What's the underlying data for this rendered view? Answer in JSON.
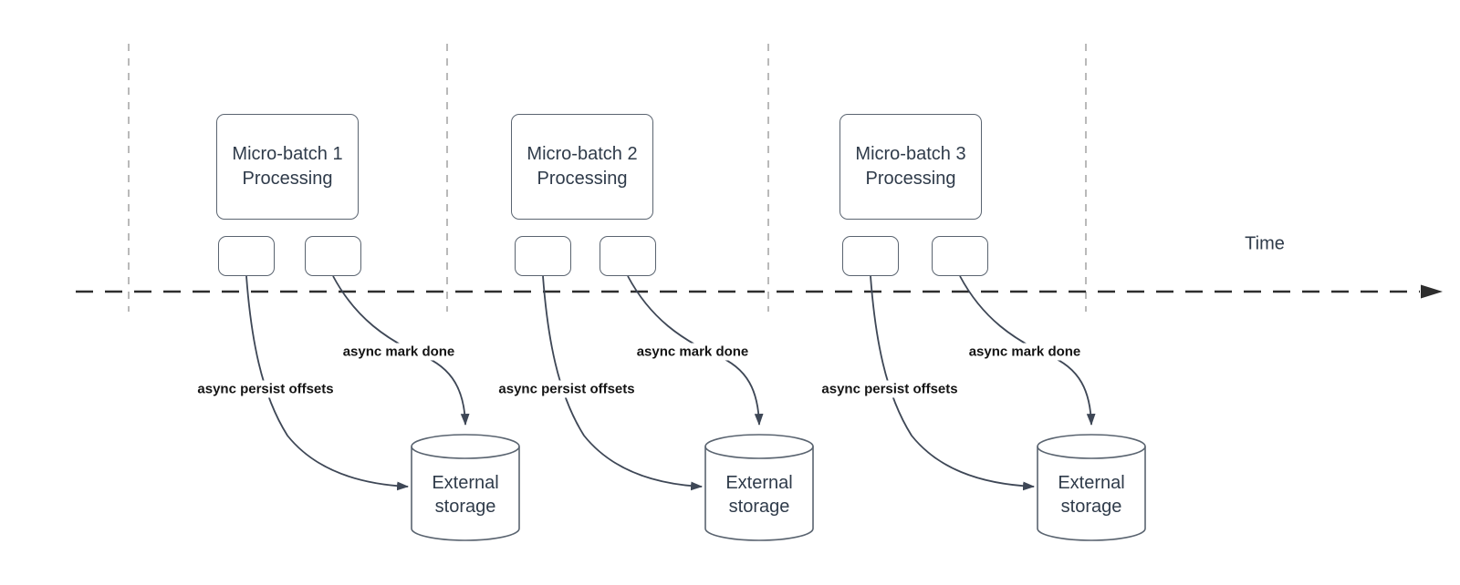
{
  "colors": {
    "stroke": "#3e4756",
    "box_border": "#5a6470",
    "text": "#2f3b4a",
    "label_text": "#141414",
    "lifeline_gray": "#a8a8a8",
    "timeline_dark": "#2e2e2e",
    "background": "#ffffff"
  },
  "time_axis": {
    "label": "Time"
  },
  "batches": [
    {
      "title_line1": "Micro-batch 1",
      "title_line2": "Processing",
      "persist_label": "async persist offsets",
      "mark_done_label": "async mark done",
      "storage_line1": "External",
      "storage_line2": "storage"
    },
    {
      "title_line1": "Micro-batch 2",
      "title_line2": "Processing",
      "persist_label": "async persist offsets",
      "mark_done_label": "async mark done",
      "storage_line1": "External",
      "storage_line2": "storage"
    },
    {
      "title_line1": "Micro-batch 3",
      "title_line2": "Processing",
      "persist_label": "async persist offsets",
      "mark_done_label": "async mark done",
      "storage_line1": "External",
      "storage_line2": "storage"
    }
  ]
}
